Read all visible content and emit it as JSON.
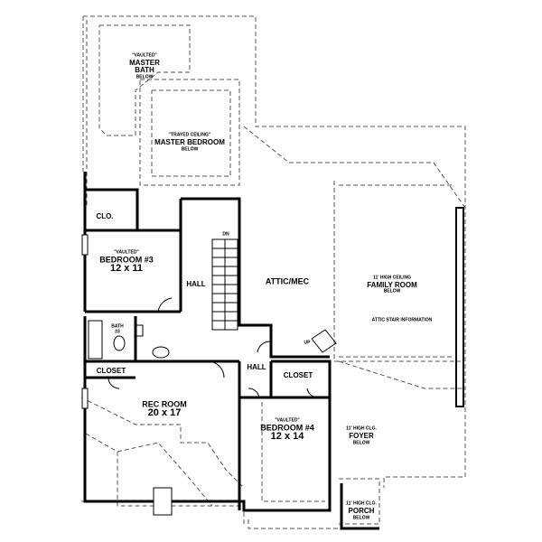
{
  "rooms": {
    "master_bath": {
      "note": "\"VAULTED\"",
      "name_line1": "MASTER",
      "name_line2": "BATH",
      "sub": "BELOW"
    },
    "master_bedroom": {
      "note": "\"TRAYED CEILING\"",
      "name": "MASTER BEDROOM",
      "sub": "BELOW"
    },
    "clo": {
      "name": "CLO."
    },
    "bedroom3": {
      "note": "\"VAULTED\"",
      "name": "BEDROOM #3",
      "size": "12 x 11"
    },
    "hall_upper": {
      "name": "HALL"
    },
    "stair_dn": {
      "name": "DN"
    },
    "attic_mec": {
      "name": "ATTIC/MEC"
    },
    "family_room": {
      "note": "11' HIGH CEILING",
      "name": "FAMILY ROOM",
      "sub": "BELOW"
    },
    "attic_stair": {
      "name": "ATTIC STAIR INFORMATION"
    },
    "bath3": {
      "name_line1": "BATH",
      "name_line2": "#3"
    },
    "closet_left": {
      "name": "CLOSET"
    },
    "closet_right": {
      "name": "CLOSET"
    },
    "hall_lower": {
      "name": "HALL"
    },
    "stair_up": {
      "name": "UP"
    },
    "rec_room": {
      "name": "REC ROOM",
      "size": "20 x 17"
    },
    "bedroom4": {
      "note": "\"VAULTED\"",
      "name": "BEDROOM #4",
      "size": "12 x 14"
    },
    "foyer": {
      "note": "11' HIGH CLG.",
      "name": "FOYER",
      "sub": "BELOW"
    },
    "porch": {
      "note": "11' HIGH CLG.",
      "name": "PORCH",
      "sub": "BELOW"
    }
  }
}
